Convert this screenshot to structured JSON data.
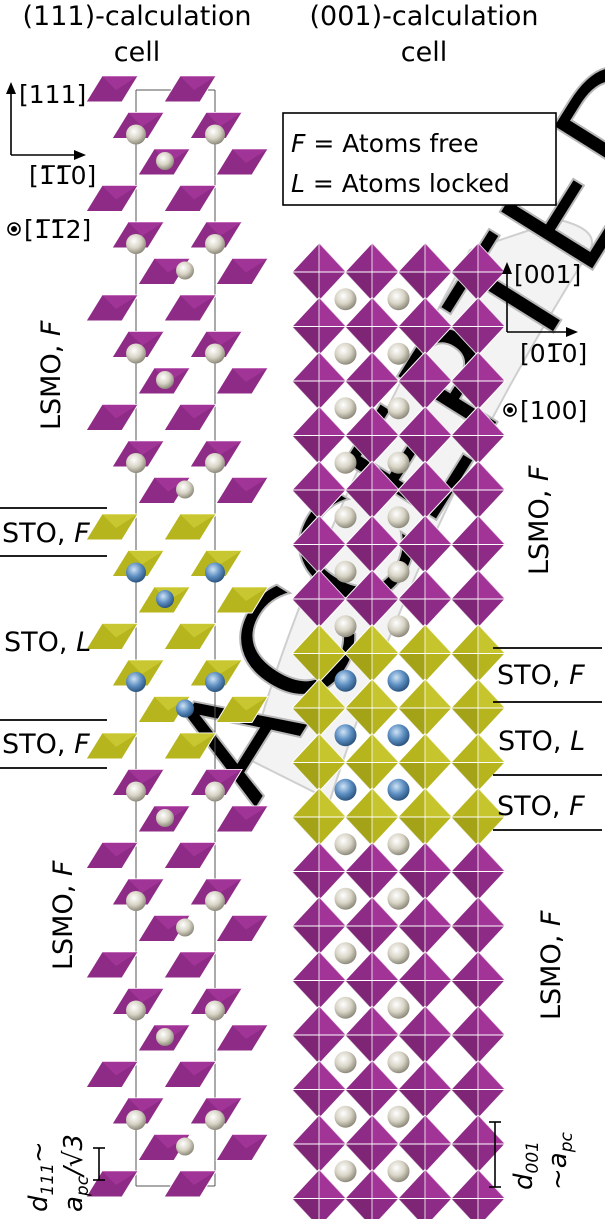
{
  "columns": {
    "left_title_line1": "(111)-calculation",
    "left_title_line2": "cell",
    "right_title_line1": "(001)-calculation",
    "right_title_line2": "cell"
  },
  "legend": {
    "free_sym": "F",
    "free_text": " = Atoms free",
    "locked_sym": "L",
    "locked_text": " = Atoms locked"
  },
  "left_axes": {
    "up": "[111]",
    "right": "[1̅1̅0]",
    "out": "[1̅1̅2]"
  },
  "right_axes": {
    "up": "[001]",
    "right": "[01̅0]",
    "out": "[100]"
  },
  "left_layers": [
    {
      "name": "LSMO",
      "state": "F"
    },
    {
      "name": "STO",
      "state": "F"
    },
    {
      "name": "STO",
      "state": "L"
    },
    {
      "name": "STO",
      "state": "F"
    },
    {
      "name": "LSMO",
      "state": "F"
    }
  ],
  "right_layers": [
    {
      "name": "LSMO",
      "state": "F"
    },
    {
      "name": "STO",
      "state": "F"
    },
    {
      "name": "STO",
      "state": "L"
    },
    {
      "name": "STO",
      "state": "F"
    },
    {
      "name": "LSMO",
      "state": "F"
    }
  ],
  "dims": {
    "left_d": "d",
    "left_d_sub": "111",
    "left_tilde": "~",
    "left_a": "a",
    "left_a_sub": "pc",
    "left_root": "/√3",
    "right_d": "d",
    "right_d_sub": "001",
    "right_tilde": "~",
    "right_a": "a",
    "right_a_sub": "pc"
  },
  "watermark": "ACCEPTED",
  "colors": {
    "lsmo_octahedra": "#8e2b86",
    "sto_octahedra": "#b7b51d",
    "a_site_lsmo": "#d8d4c6",
    "a_site_sto": "#5d8fc2",
    "watermark": "#f2f2f2"
  }
}
